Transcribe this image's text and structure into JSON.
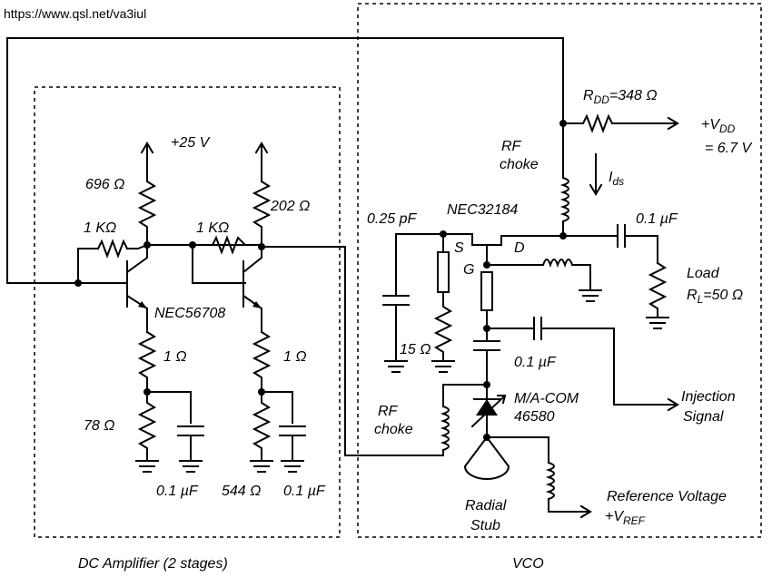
{
  "url": "https://www.qsl.net/va3iul",
  "dc_amplifier": {
    "title": "DC Amplifier (2 stages)",
    "supply": "+25 V",
    "r_top1": "696 Ω",
    "r_top2": "202 Ω",
    "r_fb1": "1 KΩ",
    "r_fb2": "1 KΩ",
    "transistor": "NEC56708",
    "r_em1": "1 Ω",
    "r_em2": "1 Ω",
    "r_bot1": "78 Ω",
    "r_bot2": "544 Ω",
    "cap1": "0.1 µF",
    "cap2": "0.1 µF"
  },
  "vco": {
    "title": "VCO",
    "rdd_main": "R",
    "rdd_sub": "DD",
    "rdd_val": "=348 Ω",
    "vdd_main": "+V",
    "vdd_sub": "DD",
    "vdd_val": "= 6.7 V",
    "rf_choke_top_1": "RF",
    "rf_choke_top_2": "choke",
    "ids_main": "I",
    "ids_sub": "ds",
    "fet": "NEC32184",
    "cap_gate": "0.25 pF",
    "cap_out": "0.1 µF",
    "cap_inj": "0.1 µF",
    "pin_s": "S",
    "pin_d": "D",
    "pin_g": "G",
    "r_gate": "15 Ω",
    "load_1": "Load",
    "load_main": "R",
    "load_sub": "L",
    "load_val": "=50 Ω",
    "varactor_1": "M/A-COM",
    "varactor_2": "46580",
    "rf_choke_bot_1": "RF",
    "rf_choke_bot_2": "choke",
    "injection_1": "Injection",
    "injection_2": "Signal",
    "stub_1": "Radial",
    "stub_2": "Stub",
    "ref_1": "Reference Voltage",
    "ref_main": "+V",
    "ref_sub": "REF"
  }
}
